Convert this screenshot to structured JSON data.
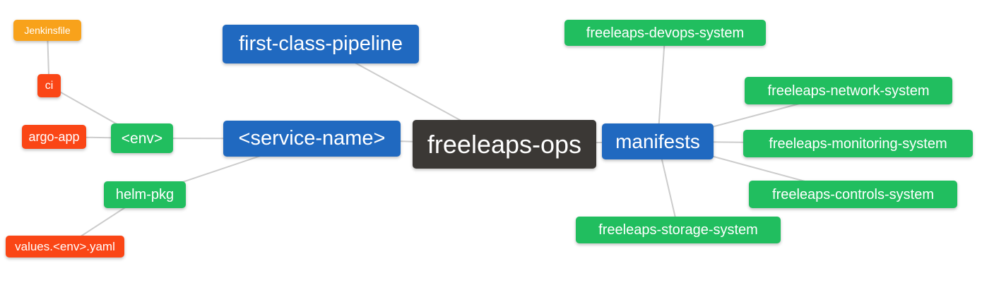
{
  "diagram": {
    "type": "mindmap",
    "background": "#ffffff",
    "edge_color": "#cccccc",
    "colors": {
      "blue": "#2069c0",
      "green": "#21be5f",
      "red": "#fa4616",
      "amber": "#f8a21b",
      "dark": "#3b3835",
      "text": "#ffffff"
    },
    "nodes": {
      "jenkinsfile": {
        "label": "Jenkinsfile"
      },
      "ci": {
        "label": "ci"
      },
      "argo_app": {
        "label": "argo-app"
      },
      "env": {
        "label": "<env>"
      },
      "helm_pkg": {
        "label": "helm-pkg"
      },
      "values_env_yaml": {
        "label": "values.<env>.yaml"
      },
      "first_class_pipeline": {
        "label": "first-class-pipeline"
      },
      "service_name": {
        "label": "<service-name>"
      },
      "freeleaps_ops": {
        "label": "freeleaps-ops"
      },
      "manifests": {
        "label": "manifests"
      },
      "devops_system": {
        "label": "freeleaps-devops-system"
      },
      "network_system": {
        "label": "freeleaps-network-system"
      },
      "monitoring_system": {
        "label": "freeleaps-monitoring-system"
      },
      "controls_system": {
        "label": "freeleaps-controls-system"
      },
      "storage_system": {
        "label": "freeleaps-storage-system"
      }
    },
    "edges": [
      [
        "jenkinsfile",
        "ci"
      ],
      [
        "ci",
        "env"
      ],
      [
        "argo_app",
        "env"
      ],
      [
        "env",
        "service_name"
      ],
      [
        "helm_pkg",
        "service_name"
      ],
      [
        "values_env_yaml",
        "helm_pkg"
      ],
      [
        "first_class_pipeline",
        "freeleaps_ops"
      ],
      [
        "service_name",
        "freeleaps_ops"
      ],
      [
        "freeleaps_ops",
        "manifests"
      ],
      [
        "manifests",
        "devops_system"
      ],
      [
        "manifests",
        "network_system"
      ],
      [
        "manifests",
        "monitoring_system"
      ],
      [
        "manifests",
        "controls_system"
      ],
      [
        "manifests",
        "storage_system"
      ]
    ]
  }
}
